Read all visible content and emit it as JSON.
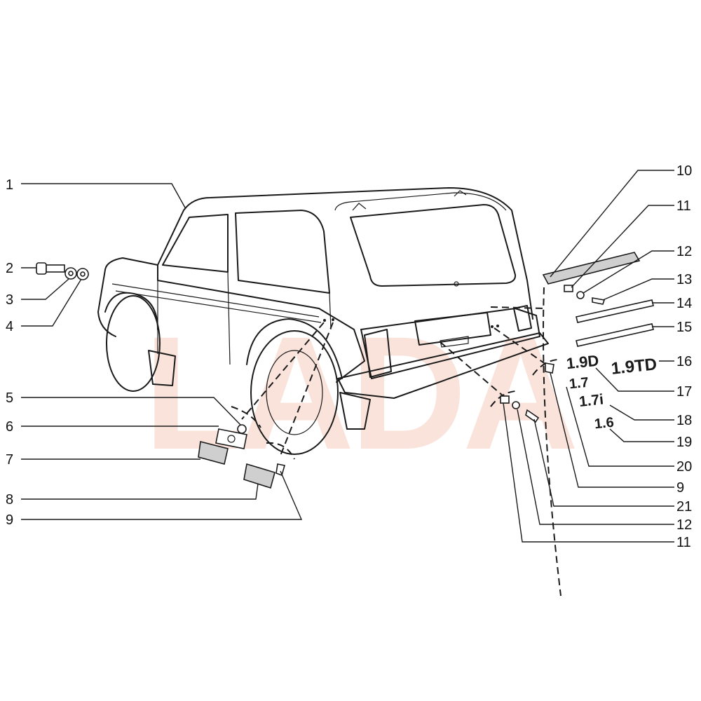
{
  "watermark": {
    "text": "LADA",
    "color": "#f7cdbd"
  },
  "callouts": {
    "left": [
      "1",
      "2",
      "3",
      "4",
      "5",
      "6",
      "7",
      "8",
      "9"
    ],
    "right": [
      "10",
      "11",
      "12",
      "13",
      "14",
      "15",
      "16",
      "17",
      "18",
      "19",
      "20",
      "9",
      "21",
      "12",
      "11"
    ]
  },
  "badges": {
    "b16": "1.9TD",
    "b17": "1.9D",
    "b18": "1.7i",
    "b19_a": "1.7",
    "b19_b": "1.6"
  }
}
